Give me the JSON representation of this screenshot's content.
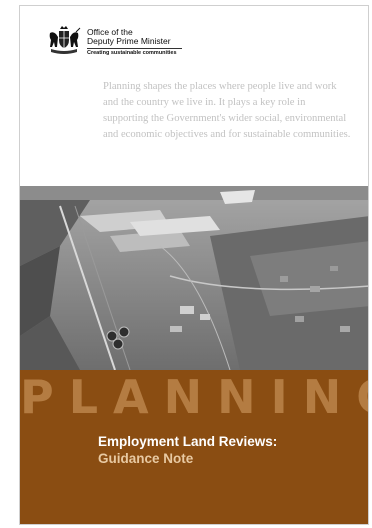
{
  "header": {
    "org_line1": "Office of the",
    "org_line2": "Deputy Prime Minister",
    "tagline": "Creating sustainable communities",
    "crest_icon": "royal-coat-of-arms-icon"
  },
  "intro": {
    "text": "Planning shapes the places where people live and work and the country we live in. It plays a key role in supporting the Government's wider social, environmental and economic objectives and for sustainable communities."
  },
  "banner": {
    "word": "PLANNING",
    "title": "Employment Land Reviews:",
    "subtitle": "Guidance Note"
  },
  "colors": {
    "banner": "#8a4d12",
    "banner_word": "#b47c42",
    "subtitle": "#e8c9a2",
    "intro_text": "#c2c2c2"
  }
}
